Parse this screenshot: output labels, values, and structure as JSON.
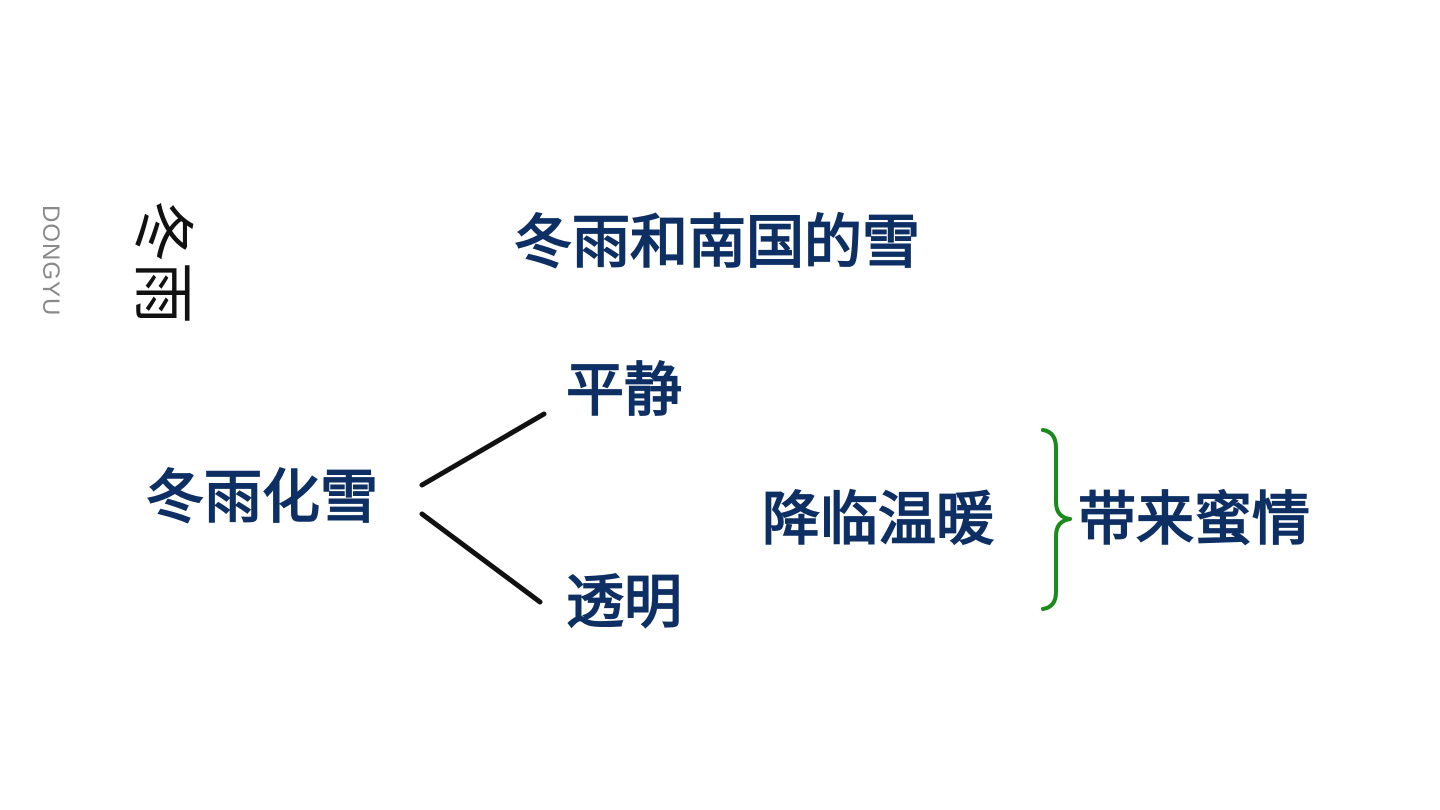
{
  "side": {
    "latin": "DONGYU",
    "cjk": "冬雨"
  },
  "title": "冬雨和南国的雪",
  "nodes": {
    "left": "冬雨化雪",
    "top": "平静",
    "bottom": "透明",
    "middle": "降临温暖",
    "right": "带来蜜情"
  },
  "colors": {
    "text": "#0d2f63",
    "lines": "#111111",
    "brace": "#1a8a1a",
    "side_latin": "#8a8a8a"
  }
}
